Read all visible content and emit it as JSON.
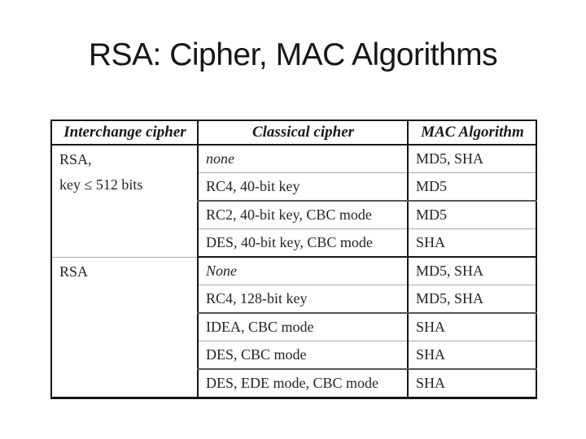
{
  "slide": {
    "title": "RSA: Cipher, MAC Algorithms"
  },
  "table": {
    "headers": {
      "interchange": "Interchange cipher",
      "classical": "Classical cipher",
      "mac": "MAC Algorithm"
    },
    "groups": [
      {
        "interchange_lines": [
          "RSA,",
          "key ≤ 512 bits"
        ],
        "rows": [
          {
            "classical": "none",
            "mac": "MD5, SHA"
          },
          {
            "classical": "RC4, 40-bit key",
            "mac": "MD5"
          },
          {
            "classical": "RC2, 40-bit key, CBC mode",
            "mac": "MD5"
          },
          {
            "classical": "DES, 40-bit key, CBC mode",
            "mac": "SHA"
          }
        ]
      },
      {
        "interchange_lines": [
          "RSA"
        ],
        "rows": [
          {
            "classical": "None",
            "mac": "MD5, SHA"
          },
          {
            "classical": "RC4, 128-bit key",
            "mac": "MD5, SHA"
          },
          {
            "classical": "IDEA, CBC mode",
            "mac": "SHA"
          },
          {
            "classical": "DES, CBC mode",
            "mac": "SHA"
          },
          {
            "classical": "DES, EDE mode, CBC mode",
            "mac": "SHA"
          }
        ]
      }
    ]
  },
  "colors": {
    "background": "#ffffff",
    "title_text": "#171717",
    "table_text": "#242424",
    "border_strong": "#161616",
    "border_light": "#ababab",
    "border_mid": "#565656"
  }
}
